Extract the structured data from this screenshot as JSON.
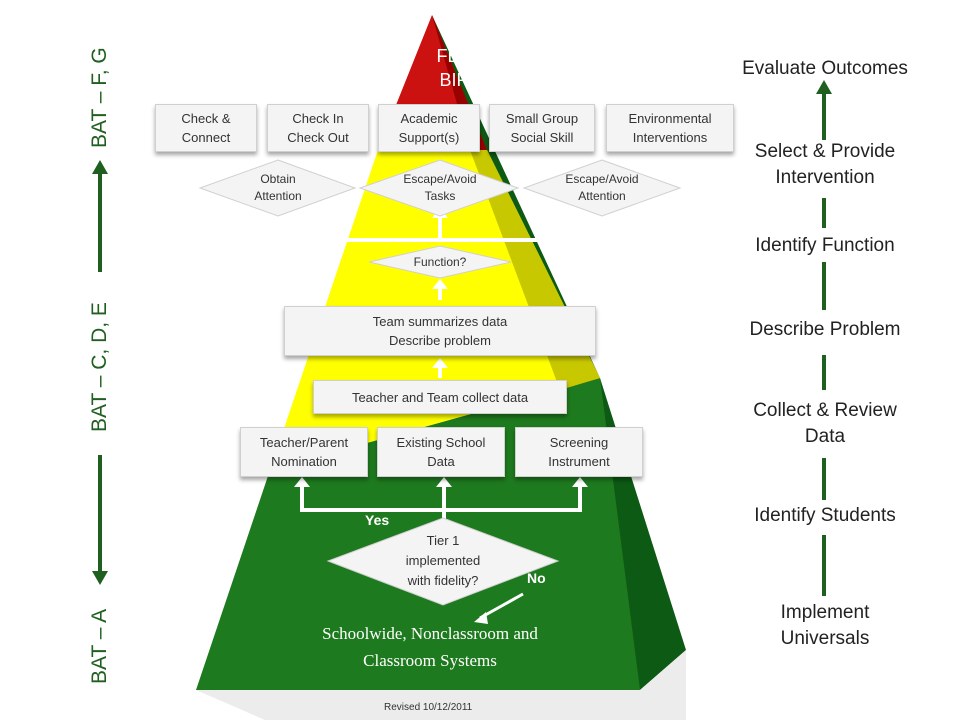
{
  "pyramid": {
    "apex": {
      "line1": "FBA",
      "line2": "BIP"
    },
    "base_text": {
      "line1": "Schoolwide, Nonclassroom and",
      "line2": "Classroom Systems"
    },
    "revised": "Revised 10/12/2011"
  },
  "tier3_boxes": [
    {
      "label": "Check &\nConnect"
    },
    {
      "label": "Check In\nCheck Out"
    },
    {
      "label": "Academic\nSupport(s)"
    },
    {
      "label": "Small Group\nSocial Skill"
    },
    {
      "label": "Environmental\nInterventions"
    }
  ],
  "function_diamonds": [
    {
      "label": "Obtain\nAttention"
    },
    {
      "label": "Escape/Avoid\nTasks"
    },
    {
      "label": "Escape/Avoid\nAttention"
    }
  ],
  "function_question": "Function?",
  "team_summarizes": "Team summarizes data\nDescribe problem",
  "collect_data": "Teacher and Team collect data",
  "identify_boxes": [
    {
      "label": "Teacher/Parent\nNomination"
    },
    {
      "label": "Existing School\nData"
    },
    {
      "label": "Screening\nInstrument"
    }
  ],
  "tier1_question": "Tier 1\nimplemented\nwith fidelity?",
  "yes_label": "Yes",
  "no_label": "No",
  "left_labels": {
    "top": "BAT – F, G",
    "middle": "BAT – C, D, E",
    "bottom": "BAT – A"
  },
  "steps": [
    "Evaluate Outcomes",
    "Select & Provide\nIntervention",
    "Identify Function",
    "Describe  Problem",
    "Collect & Review\nData",
    "Identify Students",
    "Implement\nUniversals"
  ],
  "colors": {
    "green": "#1e7a1e",
    "dark_green": "#0c5a14",
    "yellow": "#ffff00",
    "olive": "#c8c800",
    "red": "#cc1111",
    "dark_red": "#990000",
    "arrow_green": "#1f5f1f"
  }
}
